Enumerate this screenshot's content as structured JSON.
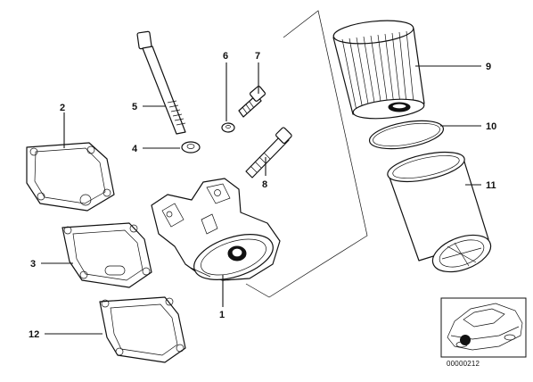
{
  "callouts": {
    "c1": "1",
    "c2": "2",
    "c3": "3",
    "c4": "4",
    "c5": "5",
    "c6": "6",
    "c7": "7",
    "c8": "8",
    "c9": "9",
    "c10": "10",
    "c11": "11",
    "c12": "12"
  },
  "reference_code": "00000212",
  "colors": {
    "ink": "#111111",
    "background": "#ffffff"
  }
}
